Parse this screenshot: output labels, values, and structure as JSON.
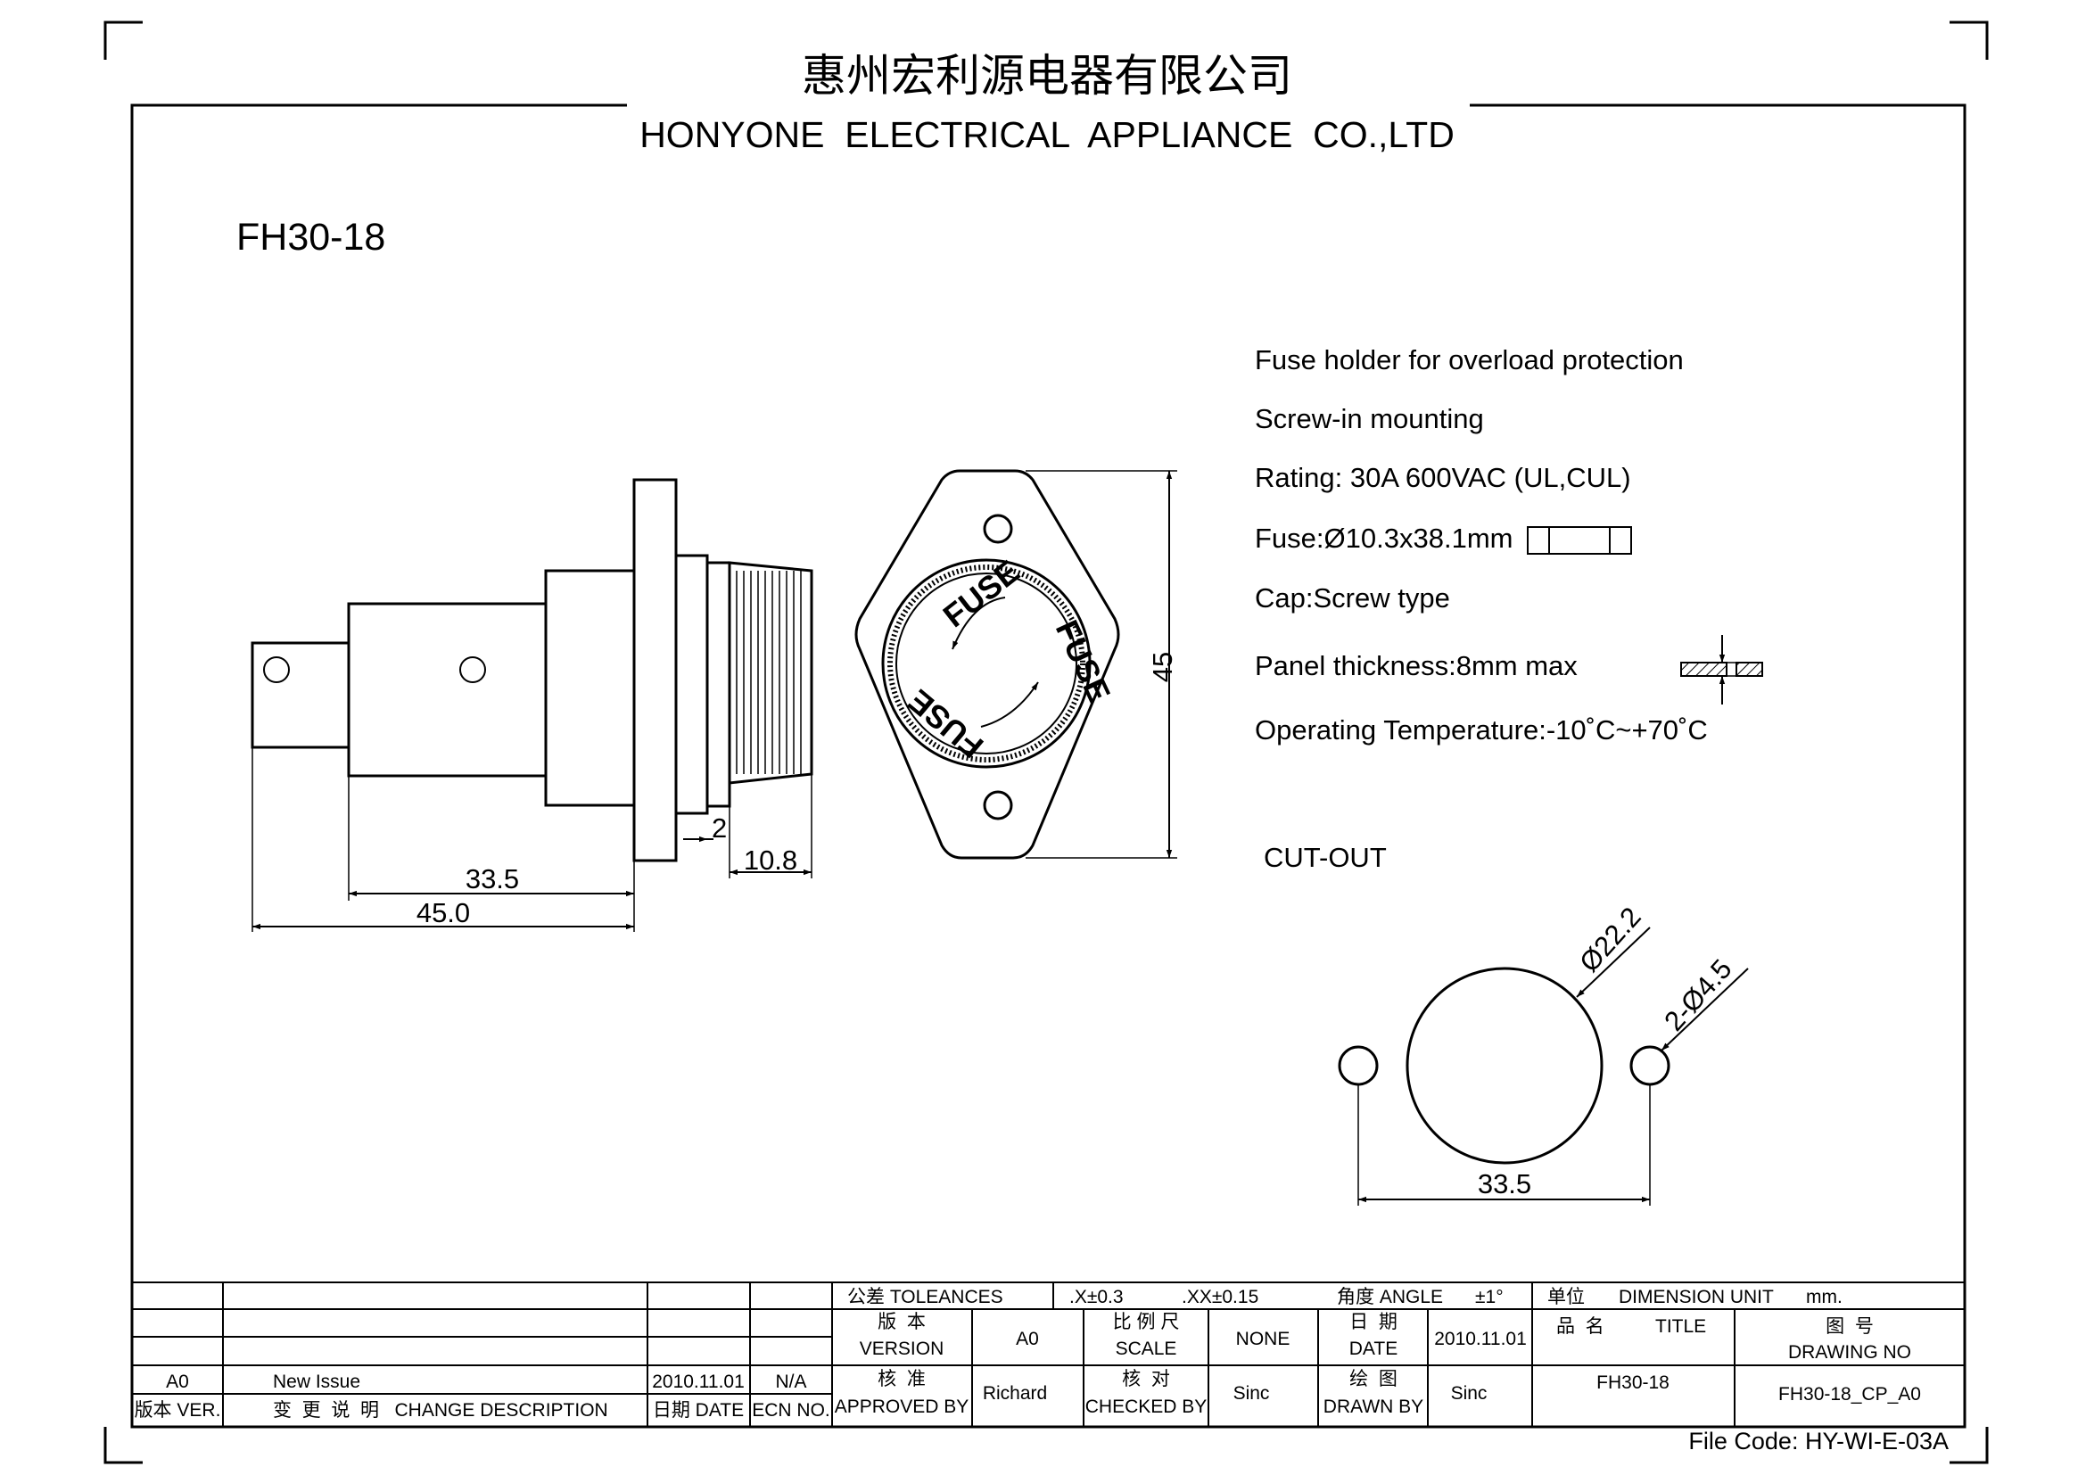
{
  "header": {
    "company_cn": "惠州宏利源电器有限公司",
    "company_en": "HONYONE  ELECTRICAL  APPLIANCE  CO.,LTD"
  },
  "model": "FH30-18",
  "specs": [
    "Fuse holder for overload protection",
    "Screw-in mounting",
    "Rating: 30A 600VAC (UL,CUL)",
    "Fuse:Ø10.3x38.1mm",
    "Cap:Screw type",
    "Panel thickness:8mm max",
    "Operating Temperature:-10˚C~+70˚C"
  ],
  "side_view": {
    "dim_33_5": "33.5",
    "dim_45_0": "45.0",
    "dim_2": "2",
    "dim_10_8": "10.8"
  },
  "front_view": {
    "dim_45": "45",
    "cap_text": "FUSE"
  },
  "cutout": {
    "label": "CUT-OUT",
    "dia_main": "Ø22.2",
    "dia_holes": "2-Ø4.5",
    "spacing": "33.5"
  },
  "title_block": {
    "tolerances": "公差 TOLEANCES",
    "tol_x": ".X±0.3",
    "tol_xx": ".XX±0.15",
    "angle": "角度 ANGLE",
    "angle_val": "±1°",
    "unit_label": "单位",
    "unit_desc": "DIMENSION UNIT",
    "unit_val": "mm.",
    "version_cn": "版  本",
    "version_en": "VERSION",
    "version_val": "A0",
    "scale_cn": "比 例 尺",
    "scale_en": "SCALE",
    "scale_val": "NONE",
    "date_cn": "日  期",
    "date_en": "DATE",
    "date_val": "2010.11.01",
    "title_cn": "品  名",
    "title_en": "TITLE",
    "title_val": "FH30-18",
    "drawing_no_cn": "图  号",
    "drawing_no_en": "DRAWING NO",
    "drawing_no_val": "FH30-18_CP_A0",
    "approved_cn": "核  准",
    "approved_en": "APPROVED BY",
    "approved_val": "Richard",
    "checked_cn": "核  对",
    "checked_en": "CHECKED BY",
    "checked_val": "Sinc",
    "drawn_cn": "绘  图",
    "drawn_en": "DRAWN BY",
    "drawn_val": "Sinc",
    "rev_row": {
      "ver": "A0",
      "desc": "New Issue",
      "date": "2010.11.01",
      "ecn": "N/A"
    },
    "rev_hdr": {
      "ver": "版本 VER.",
      "desc": "变  更  说  明   CHANGE DESCRIPTION",
      "date": "日期 DATE",
      "ecn": "ECN NO."
    }
  },
  "file_code": "File Code: HY-WI-E-03A"
}
